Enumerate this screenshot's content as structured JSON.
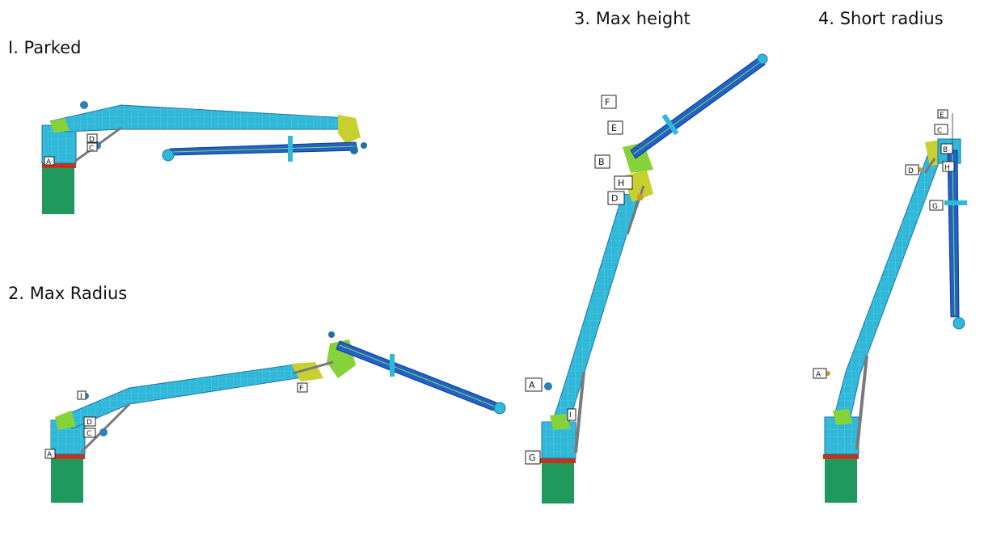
{
  "panels": {
    "p1": {
      "title": "I. Parked"
    },
    "p2": {
      "title": "2. Max Radius"
    },
    "p3": {
      "title": "3. Max height"
    },
    "p4": {
      "title": "4. Short radius"
    }
  },
  "tags": {
    "p1": [
      "D",
      "C",
      "A"
    ],
    "p2": [
      "I",
      "D",
      "C",
      "A",
      "F"
    ],
    "p3": [
      "F",
      "E",
      "B",
      "H",
      "D",
      "A",
      "I",
      "G"
    ],
    "p4": [
      "E",
      "C",
      "B",
      "H",
      "D",
      "G",
      "A"
    ]
  },
  "colors": {
    "pedestal": "#1f9a5c",
    "slew_ring": "#c8321c",
    "boom_face": "#2fb8d8",
    "boom_edge": "#1b72a8",
    "jib": "#1f62c8",
    "joint": "#c8d030",
    "lime": "#86d23a",
    "wire": "#7a7a7a"
  }
}
